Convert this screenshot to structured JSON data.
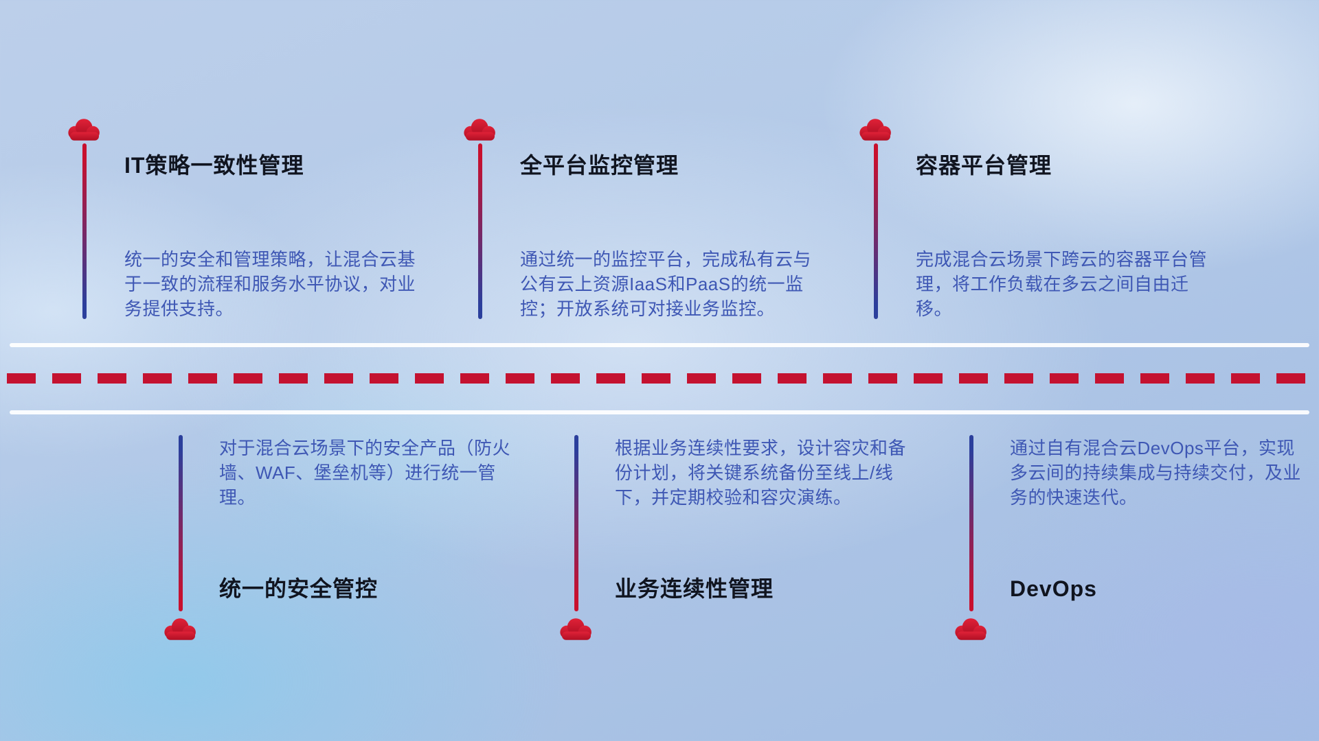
{
  "colors": {
    "red": "#c8102e",
    "blue": "#2b3f9c",
    "dash_red": "#c41230",
    "title": "#10141f",
    "desc": "#3e57b4"
  },
  "icons": {
    "marker": "cloud-icon"
  },
  "top_items": [
    {
      "title": "IT策略一致性管理",
      "desc": "统一的安全和管理策略，让混合云基于一致的流程和服务水平协议，对业务提供支持。"
    },
    {
      "title": "全平台监控管理",
      "desc": "通过统一的监控平台，完成私有云与公有云上资源IaaS和PaaS的统一监控；开放系统可对接业务监控。"
    },
    {
      "title": "容器平台管理",
      "desc": "完成混合云场景下跨云的容器平台管理，将工作负载在多云之间自由迁移。"
    }
  ],
  "bottom_items": [
    {
      "title": "统一的安全管控",
      "desc": "对于混合云场景下的安全产品（防火墙、WAF、堡垒机等）进行统一管理。"
    },
    {
      "title": "业务连续性管理",
      "desc": "根据业务连续性要求，设计容灾和备份计划，将关键系统备份至线上/线下，并定期校验和容灾演练。"
    },
    {
      "title": "DevOps",
      "desc": "通过自有混合云DevOps平台，实现多云间的持续集成与持续交付，及业务的快速迭代。"
    }
  ]
}
